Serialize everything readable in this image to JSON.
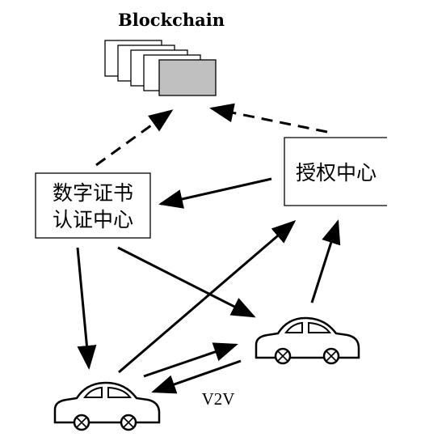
{
  "diagram": {
    "blockchain_label": "Blockchain",
    "auth_center_label": "授权中心",
    "cert_center_line1": "数字证书",
    "cert_center_line2": "认证中心",
    "v2v_label": "V2V"
  },
  "colors": {
    "stroke": "#000000",
    "block_fill": "#ffffff",
    "highlight_block_fill": "#c0c0c0"
  }
}
